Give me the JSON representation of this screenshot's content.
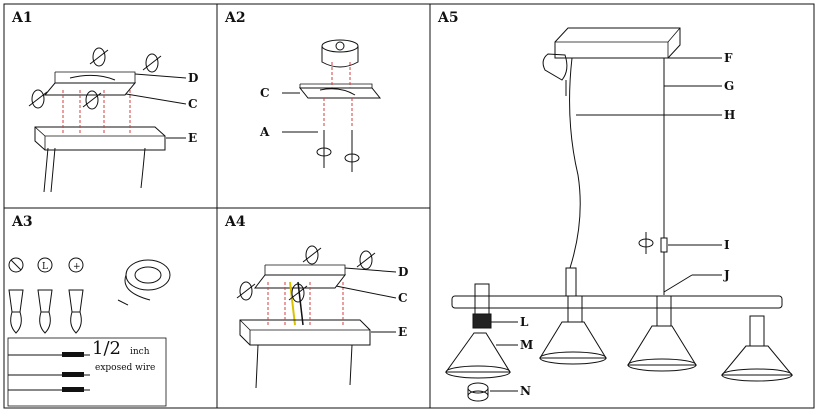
{
  "panels": [
    {
      "id": "A1",
      "label": "A1"
    },
    {
      "id": "A2",
      "label": "A2"
    },
    {
      "id": "A3",
      "label": "A3"
    },
    {
      "id": "A4",
      "label": "A4"
    },
    {
      "id": "A5",
      "label": "A5"
    }
  ],
  "callouts": {
    "a1": {
      "d": "D",
      "c": "C",
      "e": "E"
    },
    "a2": {
      "c": "C",
      "a": "A"
    },
    "a4": {
      "d": "D",
      "c": "C",
      "e": "E"
    },
    "a5": {
      "f": "F",
      "g": "G",
      "h": "H",
      "i": "I",
      "j": "J",
      "l": "L",
      "m": "M",
      "n": "N"
    }
  },
  "wire_strip": {
    "fraction": "1/2",
    "unit": "inch",
    "caption": "exposed wire"
  }
}
